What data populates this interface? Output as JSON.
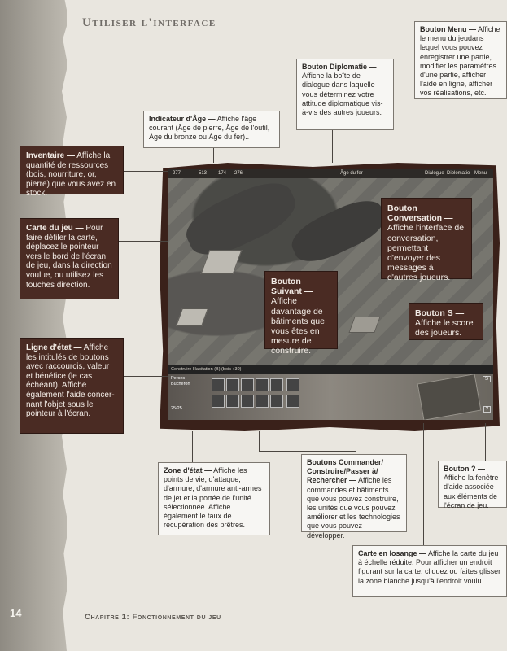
{
  "page": {
    "title": "Utiliser l'interface",
    "page_number": "14",
    "chapter": "Chapitre 1: Fonctionnement du jeu"
  },
  "callouts": {
    "bouton_menu": {
      "title": "Bouton Menu —",
      "text": "Affiche le menu du jeudans lequel vous pouvez enregistrer une partie, modifier les paramètres d'une partie, afficher l'aide en ligne, afficher vos réalisations, etc."
    },
    "bouton_diplomatie": {
      "title": "Bouton Diplomatie —",
      "text": "Affiche la boîte de dialogue dans laquelle vous déterminez votre attitude diplomatique vis-à-vis des autres joueurs."
    },
    "indicateur_age": {
      "title": "Indicateur d'Âge —",
      "text": "Affiche l'âge courant (Âge de pierre, Âge de l'outil, Âge du bronze ou Âge du fer).."
    },
    "inventaire": {
      "title": "Inventaire —",
      "text": "Affiche la quantité de ressources (bois, nourriture, or, pierre) que vous avez en stock."
    },
    "carte_du_jeu": {
      "title": "Carte du jeu —",
      "text": "Pour faire défiler la carte, déplacez le pointeur vers le bord de l'écran de jeu, dans la direction voulue, ou utilisez les touches direction."
    },
    "bouton_conversation": {
      "title": "Bouton Conversation —",
      "text": "Affiche l'interface de conversation, permettant d'envoyer des messages à d'autres joueurs."
    },
    "bouton_suivant": {
      "title": "Bouton Suivant —",
      "text": "Affiche davantage de bâtiments que vous êtes en mesure de construire."
    },
    "bouton_s": {
      "title": "Bouton S —",
      "text": "Affiche le score des joueurs."
    },
    "ligne_etat": {
      "title": "Ligne d'état —",
      "text": "Affiche les intitulés de boutons avec raccourcis, valeur et bénéfice (le cas échéant). Affiche également l'aide concer-nant l'objet sous le pointeur à l'écran."
    },
    "zone_etat": {
      "title": "Zone d'état —",
      "text": "Affiche les points de vie, d'attaque, d'armure, d'armure anti-armes de jet et la portée de l'unité sélectionnée. Affiche également le taux de récupération des prêtres."
    },
    "boutons_commander": {
      "title": "Boutons Commander/ Construire/Passer à/ Rechercher —",
      "text": "Affiche les commandes et bâtiments que vous pouvez construire, les unités que vous pouvez améliorer et les technologies que vous pouvez développer."
    },
    "bouton_aide": {
      "title": "Bouton ? —",
      "text": "Affiche la fenêtre d'aide associée aux éléments de l'écran de jeu."
    },
    "carte_losange": {
      "title": "Carte en losange —",
      "text": "Affiche la carte du jeu à échelle réduite. Pour afficher un endroit figurant sur la carte, cliquez ou faites glisser la zone blanche jusqu'à l'endroit voulu."
    }
  },
  "game": {
    "resources": [
      "277",
      "513",
      "174",
      "276"
    ],
    "age": "Âge du fer",
    "buttons": [
      "Dialogue",
      "Diplomatie",
      "Menu"
    ],
    "status_line": "Construire Habitation (B) (bois : 30)",
    "unit_name": "Perses",
    "unit_class": "Bûcheron",
    "unit_hp": "25/25",
    "help_button": "?",
    "score_button": "S"
  }
}
